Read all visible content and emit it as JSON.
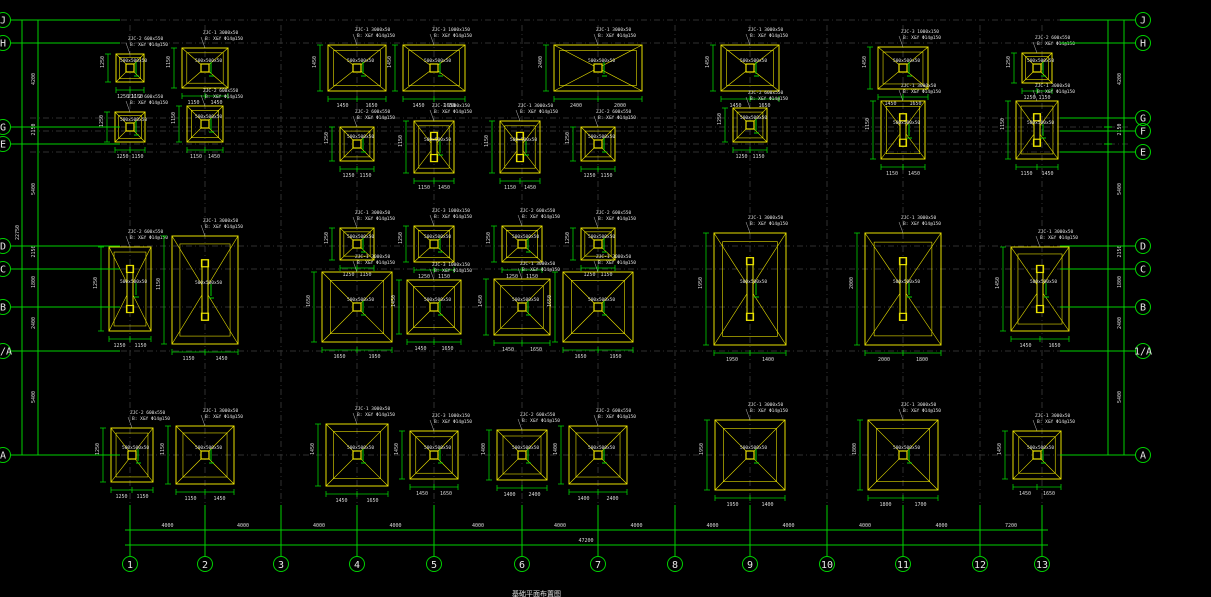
{
  "drawing": {
    "title": "基础平面布置图",
    "colors": {
      "grid": "#2a2a2a",
      "axis": "#00d000",
      "footing": "#e8e000",
      "bubble": "#00d000",
      "text": "#e6e6e6",
      "pier": "#e8e000",
      "bg": "#000000"
    }
  },
  "axes": {
    "vertical": [
      "1",
      "2",
      "3",
      "4",
      "5",
      "6",
      "7",
      "8",
      "9",
      "10",
      "11",
      "12",
      "13"
    ],
    "horizontal_left": [
      "J",
      "H",
      "G",
      "E",
      "D",
      "C",
      "B",
      "1/A",
      "A"
    ],
    "horizontal_right": [
      "J",
      "H",
      "G",
      "F",
      "E",
      "D",
      "C",
      "B",
      "1/A",
      "A"
    ]
  },
  "dimensions": {
    "bottom_spans": [
      "4000",
      "4000",
      "4000",
      "4000",
      "4000",
      "4000",
      "4000",
      "4000",
      "4000",
      "4000",
      "4000",
      "7200"
    ],
    "bottom_total": "47200",
    "left_spans": [
      "4200",
      "2150",
      "5400",
      "2150",
      "1800",
      "2400",
      "5400"
    ],
    "left_total": "22750",
    "right_spans": [
      "4200",
      "2150",
      "5400",
      "2150",
      "1800",
      "2400",
      "5400"
    ]
  },
  "footing_labels": {
    "jc1": "ZJC-1 3000x50",
    "jc2": "ZJC-2 600x550",
    "jc3": "ZJC-3 1000x150",
    "reinf": "B: X&Y Φ14@150",
    "pier": "500x500x50",
    "sides": [
      "1250",
      "1150",
      "1450",
      "1650",
      "1950",
      "1400",
      "2400",
      "2000",
      "1800",
      "1700"
    ]
  }
}
